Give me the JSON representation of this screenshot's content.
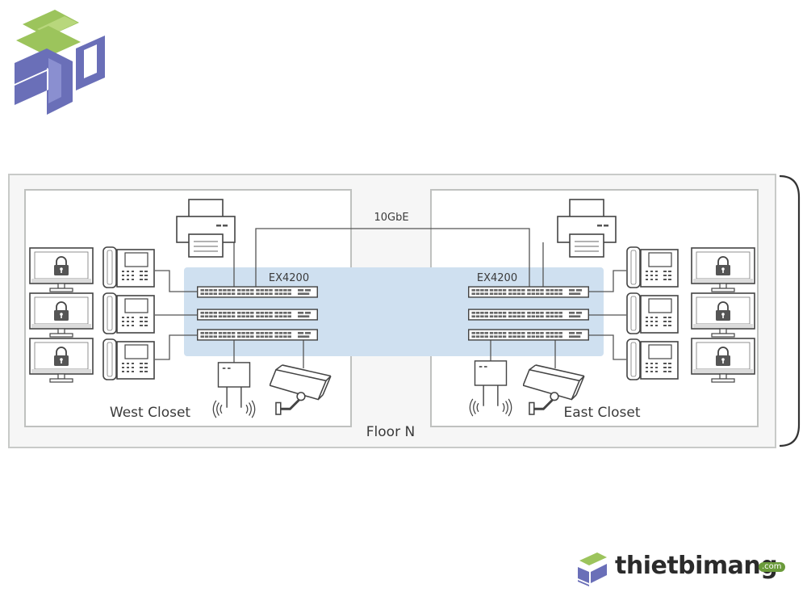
{
  "labels": {
    "link_speed": "10GbE",
    "west_switch": "EX4200",
    "east_switch": "EX4200",
    "west_closet": "West Closet",
    "east_closet": "East Closet",
    "floor": "Floor N"
  },
  "brand": {
    "name": "thietbimang",
    "tld": ".com"
  },
  "colors": {
    "logo_green": "#9cc45c",
    "logo_purple": "#6a6fb8",
    "switch_highlight": "#cfe0f0",
    "frame": "#c8cac8",
    "line": "#555555"
  }
}
